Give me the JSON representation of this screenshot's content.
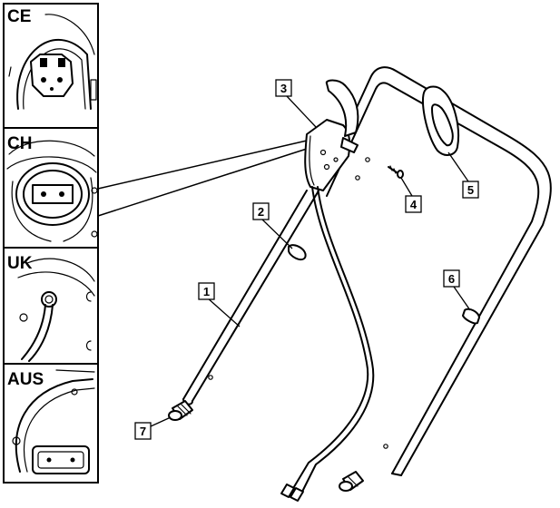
{
  "insets": [
    {
      "label": "CE"
    },
    {
      "label": "CH"
    },
    {
      "label": "UK"
    },
    {
      "label": "AUS"
    }
  ],
  "callouts": [
    "1",
    "2",
    "3",
    "4",
    "5",
    "6",
    "7"
  ]
}
